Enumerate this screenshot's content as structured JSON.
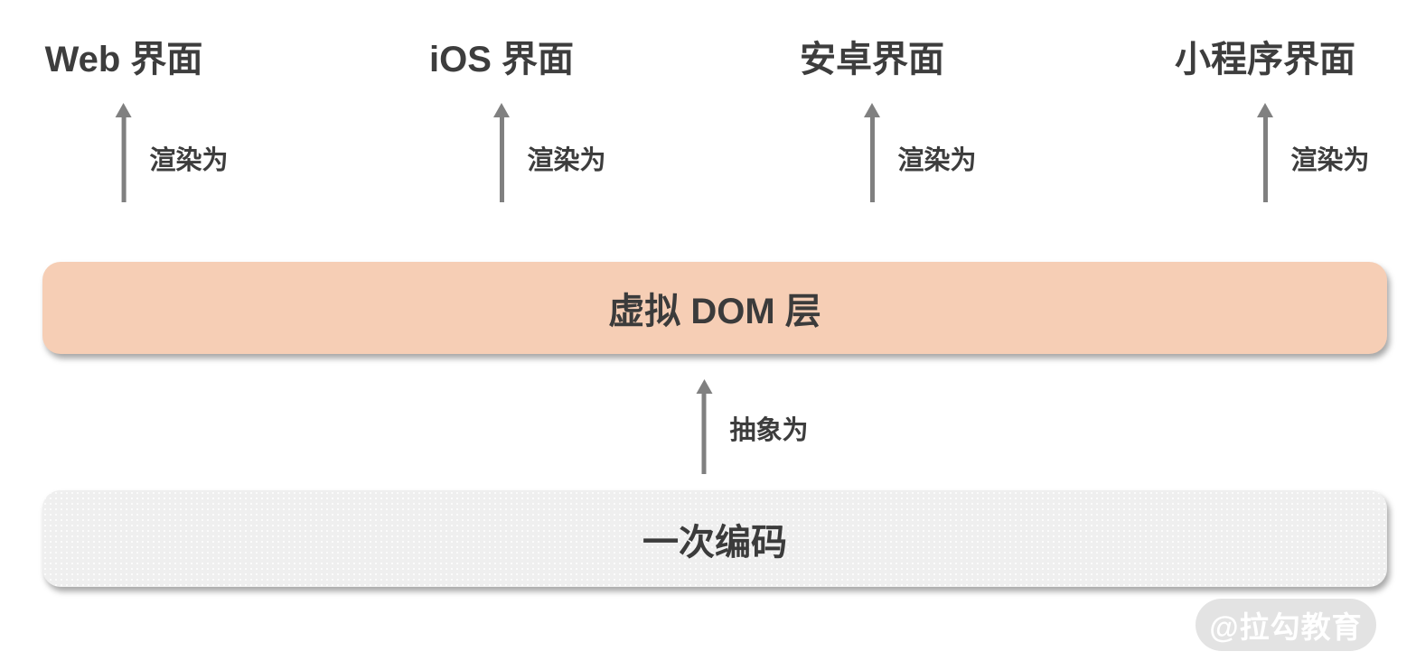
{
  "diagram": {
    "platforms": [
      {
        "label": "Web 界面",
        "arrow_label": "渲染为"
      },
      {
        "label": "iOS 界面",
        "arrow_label": "渲染为"
      },
      {
        "label": "安卓界面",
        "arrow_label": "渲染为"
      },
      {
        "label": "小程序界面",
        "arrow_label": "渲染为"
      }
    ],
    "vdom_box_label": "虚拟 DOM 层",
    "abstract_arrow_label": "抽象为",
    "code_box_label": "一次编码",
    "watermark_label": "@拉勾教育",
    "colors": {
      "vdom_bg": "#f6ceb5",
      "code_bg": "#efefef",
      "text": "#3d3d3d",
      "arrow": "#808080",
      "watermark_bg": "#e3e3e3",
      "watermark_text": "#ffffff"
    }
  }
}
